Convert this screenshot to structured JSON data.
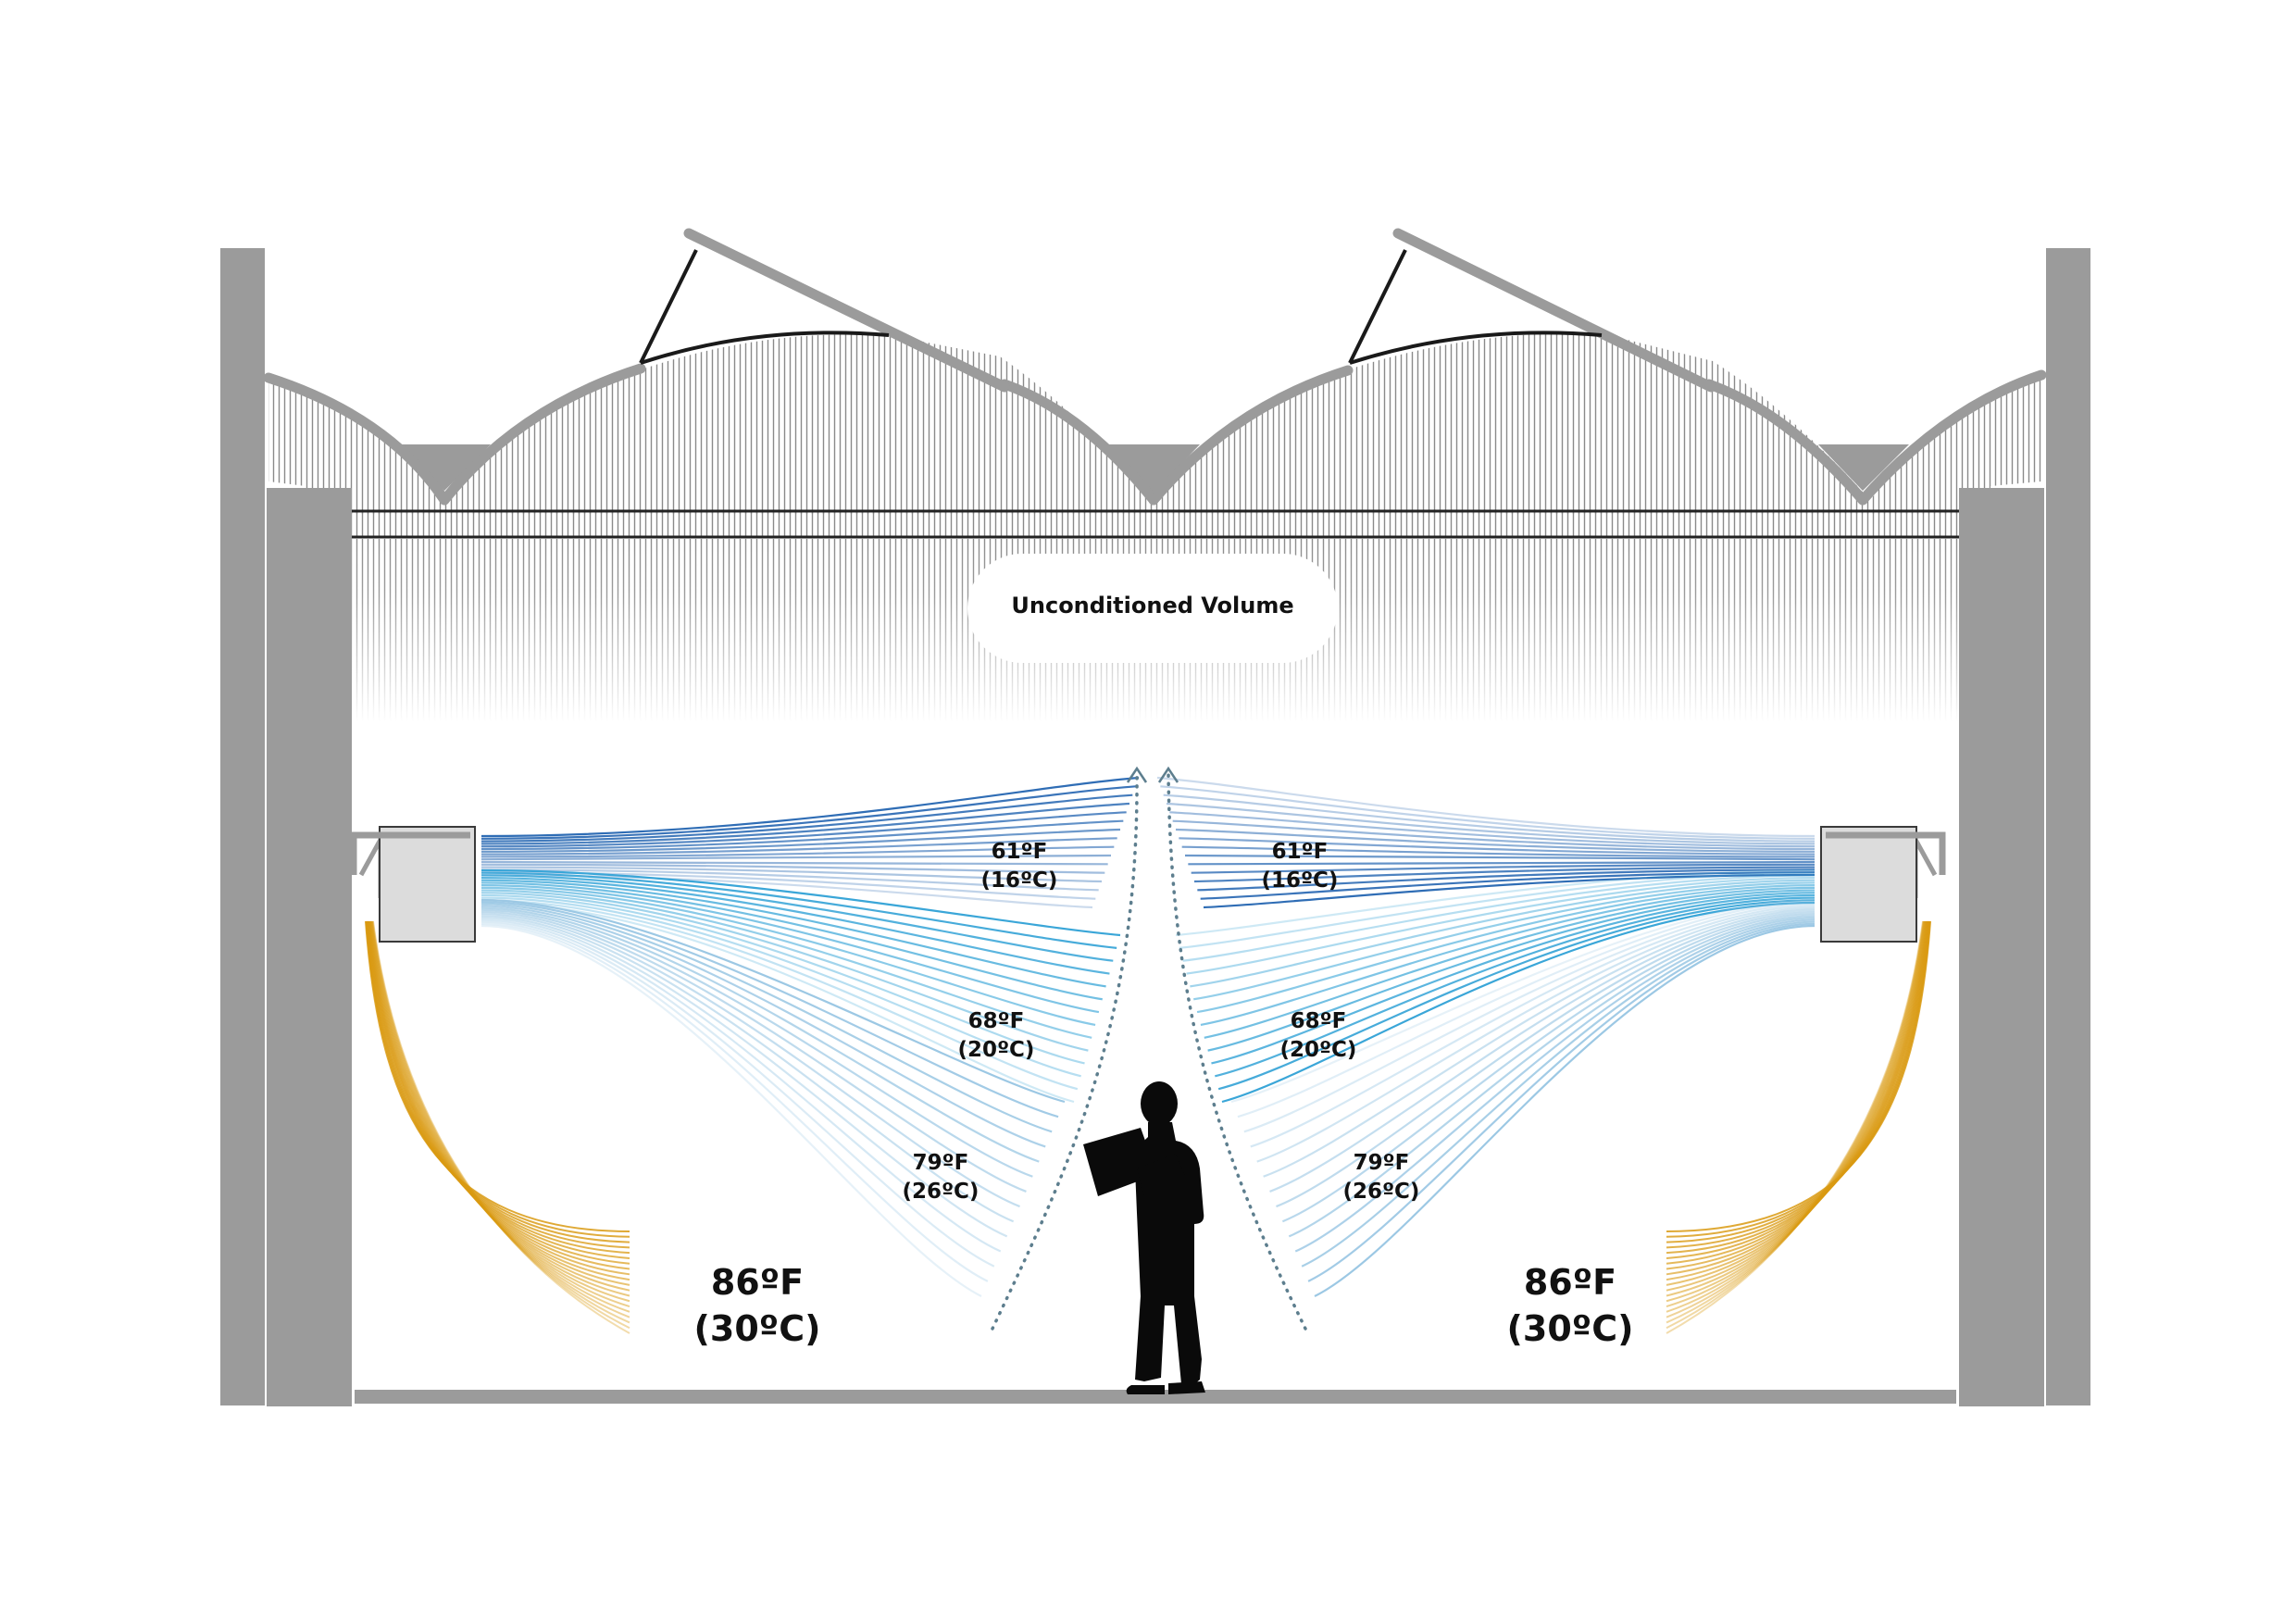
{
  "labels": {
    "unconditioned": "Unconditioned Volume",
    "left": {
      "zone1_f": "61ºF",
      "zone1_c": "(16ºC)",
      "zone2_f": "68ºF",
      "zone2_c": "(20ºC)",
      "zone3_f": "79ºF",
      "zone3_c": "(26ºC)",
      "floor_f": "86ºF",
      "floor_c": "(30ºC)"
    },
    "right": {
      "zone1_f": "61ºF",
      "zone1_c": "(16ºC)",
      "zone2_f": "68ºF",
      "zone2_c": "(20ºC)",
      "zone3_f": "79ºF",
      "zone3_c": "(26ºC)",
      "floor_f": "86ºF",
      "floor_c": "(30ºC)"
    }
  },
  "colors": {
    "structure": "#9b9b9b",
    "hatch": "#8c8c8c",
    "cold": "#2f6db5",
    "cool": "#3aa6d8",
    "mild": "#9cc8e4",
    "warm": "#d99a12",
    "dots": "#5d7e8e",
    "person": "#0a0a0a",
    "unit_fill": "#dcdcdc"
  }
}
